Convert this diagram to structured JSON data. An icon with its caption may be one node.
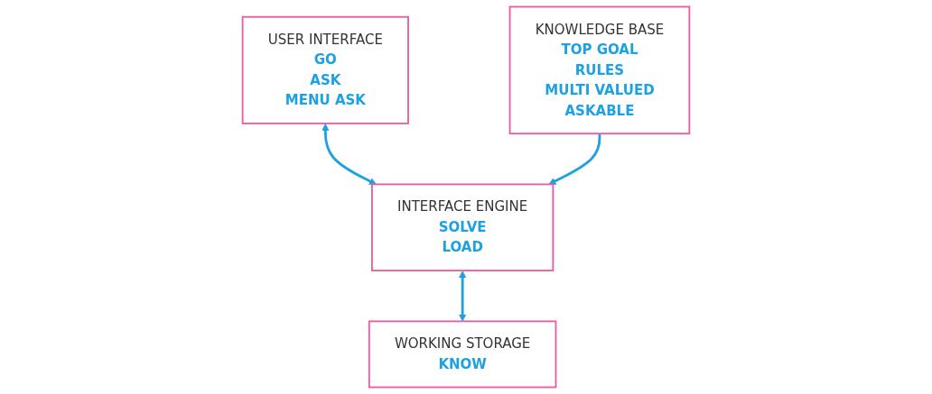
{
  "diagram": {
    "nodes": [
      {
        "text": [
          "USER INTERFACE",
          "GO",
          "ASK",
          "MENU ASK"
        ]
      },
      {
        "text": [
          "INTERFACE ENGINE",
          "SOLVE",
          "LOAD"
        ]
      },
      {
        "text": [
          "KNOWLEDGE BASE",
          "TOP GOAL",
          "RULES",
          "MULTI VALUED",
          "ASKABLE"
        ]
      },
      {
        "text": [
          "WORKING STORAGE",
          "KNOW"
        ]
      }
    ],
    "edges": [
      {
        "from": 0,
        "to": 1,
        "arrow": "both"
      },
      {
        "from": 2,
        "to": 1,
        "arrow": "to"
      },
      {
        "from": 1,
        "to": 3,
        "arrow": "both"
      }
    ]
  }
}
